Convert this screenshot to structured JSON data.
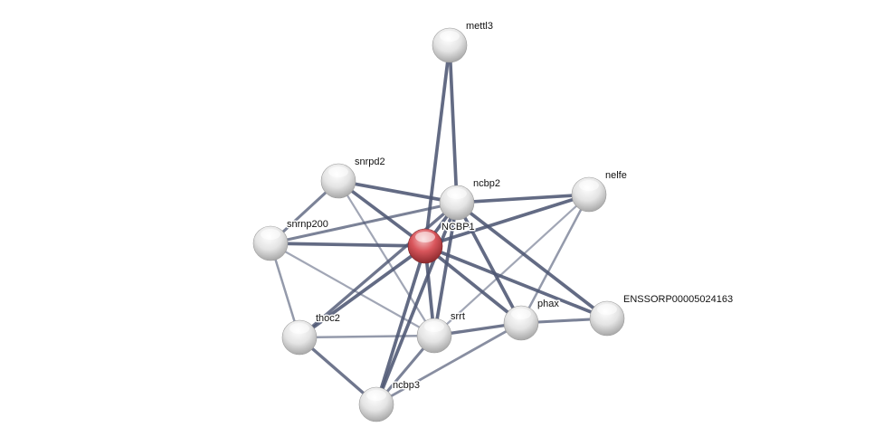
{
  "network": {
    "colors": {
      "edge": "#4d5673",
      "node": "#e6e6e6",
      "query_node": "#d9565c"
    },
    "nodes": [
      {
        "id": "mettl3",
        "label": "mettl3",
        "query": false
      },
      {
        "id": "snrpd2",
        "label": "snrpd2",
        "query": false
      },
      {
        "id": "ncbp2",
        "label": "ncbp2",
        "query": false
      },
      {
        "id": "nelfe",
        "label": "nelfe",
        "query": false
      },
      {
        "id": "snrnp200",
        "label": "snrnp200",
        "query": false
      },
      {
        "id": "NCBP1",
        "label": "NCBP1",
        "query": true
      },
      {
        "id": "thoc2",
        "label": "thoc2",
        "query": false
      },
      {
        "id": "srrt",
        "label": "srrt",
        "query": false
      },
      {
        "id": "phax",
        "label": "phax",
        "query": false
      },
      {
        "id": "ENSSORP00005024163",
        "label": "ENSSORP00005024163",
        "query": false
      },
      {
        "id": "ncbp3",
        "label": "ncbp3",
        "query": false
      }
    ],
    "edges": [
      {
        "source": "mettl3",
        "target": "NCBP1",
        "confidence": 0.9
      },
      {
        "source": "mettl3",
        "target": "ncbp2",
        "confidence": 0.9
      },
      {
        "source": "snrpd2",
        "target": "snrnp200",
        "confidence": 0.7
      },
      {
        "source": "snrpd2",
        "target": "ncbp2",
        "confidence": 0.9
      },
      {
        "source": "snrpd2",
        "target": "NCBP1",
        "confidence": 0.9
      },
      {
        "source": "snrpd2",
        "target": "srrt",
        "confidence": 0.4
      },
      {
        "source": "snrnp200",
        "target": "ncbp2",
        "confidence": 0.7
      },
      {
        "source": "snrnp200",
        "target": "NCBP1",
        "confidence": 0.9
      },
      {
        "source": "snrnp200",
        "target": "thoc2",
        "confidence": 0.5
      },
      {
        "source": "snrnp200",
        "target": "srrt",
        "confidence": 0.4
      },
      {
        "source": "ncbp2",
        "target": "nelfe",
        "confidence": 0.9
      },
      {
        "source": "ncbp2",
        "target": "NCBP1",
        "confidence": 0.9
      },
      {
        "source": "ncbp2",
        "target": "thoc2",
        "confidence": 0.8
      },
      {
        "source": "ncbp2",
        "target": "srrt",
        "confidence": 0.9
      },
      {
        "source": "ncbp2",
        "target": "ncbp3",
        "confidence": 0.9
      },
      {
        "source": "ncbp2",
        "target": "phax",
        "confidence": 0.9
      },
      {
        "source": "ncbp2",
        "target": "ENSSORP00005024163",
        "confidence": 0.9
      },
      {
        "source": "NCBP1",
        "target": "nelfe",
        "confidence": 0.9
      },
      {
        "source": "NCBP1",
        "target": "thoc2",
        "confidence": 0.9
      },
      {
        "source": "NCBP1",
        "target": "srrt",
        "confidence": 0.9
      },
      {
        "source": "NCBP1",
        "target": "ncbp3",
        "confidence": 0.9
      },
      {
        "source": "NCBP1",
        "target": "phax",
        "confidence": 0.9
      },
      {
        "source": "NCBP1",
        "target": "ENSSORP00005024163",
        "confidence": 0.9
      },
      {
        "source": "nelfe",
        "target": "srrt",
        "confidence": 0.4
      },
      {
        "source": "nelfe",
        "target": "phax",
        "confidence": 0.5
      },
      {
        "source": "thoc2",
        "target": "srrt",
        "confidence": 0.5
      },
      {
        "source": "thoc2",
        "target": "ncbp3",
        "confidence": 0.8
      },
      {
        "source": "srrt",
        "target": "phax",
        "confidence": 0.8
      },
      {
        "source": "srrt",
        "target": "ncbp3",
        "confidence": 0.7
      },
      {
        "source": "phax",
        "target": "ENSSORP00005024163",
        "confidence": 0.7
      },
      {
        "source": "phax",
        "target": "ncbp3",
        "confidence": 0.6
      }
    ]
  }
}
